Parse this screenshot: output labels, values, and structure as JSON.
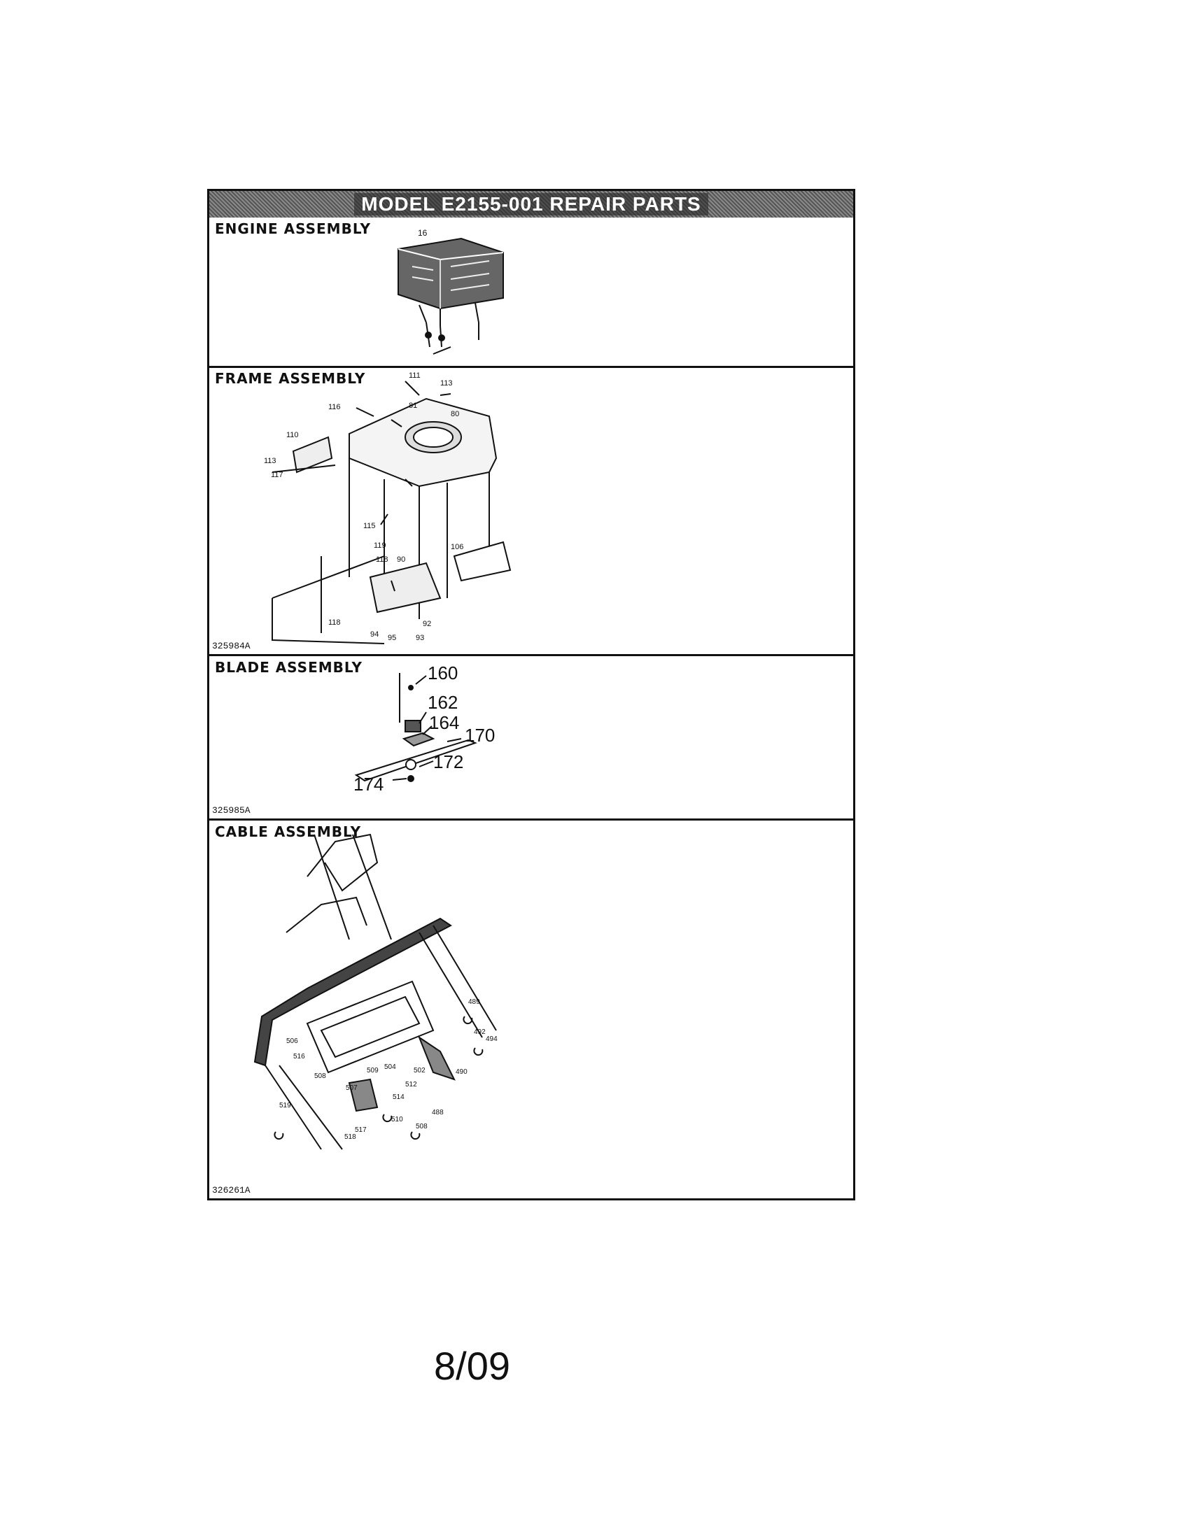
{
  "title": "MODEL E2155-001 REPAIR PARTS",
  "sections": [
    {
      "title": "ENGINE ASSEMBLY",
      "fig_code": "",
      "callouts": [
        "16"
      ]
    },
    {
      "title": "FRAME ASSEMBLY",
      "fig_code": "325984A",
      "callouts": [
        "111",
        "113",
        "116",
        "81",
        "80",
        "110",
        "113",
        "117",
        "115",
        "119",
        "118",
        "90",
        "106",
        "118",
        "94",
        "95",
        "93",
        "92"
      ]
    },
    {
      "title": "BLADE ASSEMBLY",
      "fig_code": "325985A",
      "callouts": [
        "160",
        "162",
        "164",
        "170",
        "172",
        "174"
      ]
    },
    {
      "title": "CABLE ASSEMBLY",
      "fig_code": "326261A",
      "callouts": [
        "489",
        "492",
        "494",
        "490",
        "506",
        "508",
        "504",
        "502",
        "516",
        "509",
        "507",
        "512",
        "514",
        "510",
        "517",
        "518",
        "519",
        "488",
        "508"
      ]
    }
  ],
  "footer": "8/09"
}
